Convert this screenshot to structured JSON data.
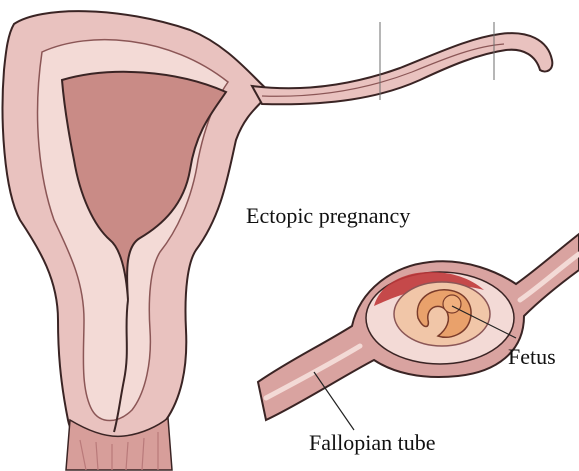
{
  "labels": {
    "title": "Ectopic pregnancy",
    "fetus": "Fetus",
    "tube": "Fallopian tube"
  },
  "colors": {
    "tissue": "#e9c2bf",
    "tissue_light": "#f3dad6",
    "tissue_dark": "#b97a7a",
    "cavity": "#c98b86",
    "outline": "#3a2424",
    "blood": "#c0393b",
    "fetus": "#e9a16b"
  }
}
